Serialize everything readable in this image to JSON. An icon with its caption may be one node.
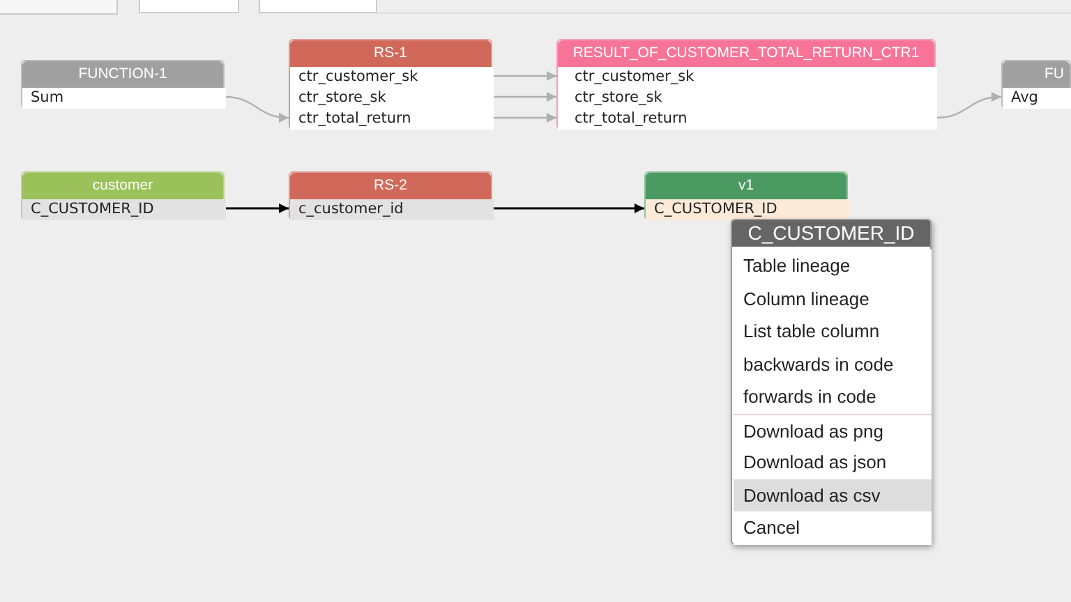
{
  "diagram": {
    "nodes": [
      {
        "text": [
          "FUNCTION-1"
        ]
      },
      {
        "text": [
          "Sum"
        ],
        "in": 0
      },
      {
        "text": [
          "RS-1"
        ]
      },
      {
        "text": [
          "ctr_customer_sk"
        ],
        "in": 2
      },
      {
        "text": [
          "ctr_store_sk"
        ],
        "in": 2
      },
      {
        "text": [
          "ctr_total_return"
        ],
        "in": 2
      },
      {
        "text": [
          "RESULT_OF_CUSTOMER_TOTAL_RETURN_CTR1"
        ]
      },
      {
        "text": [
          "ctr_customer_sk"
        ],
        "in": 6
      },
      {
        "text": [
          "ctr_store_sk"
        ],
        "in": 6
      },
      {
        "text": [
          "ctr_total_return"
        ],
        "in": 6
      },
      {
        "text": [
          "FU"
        ]
      },
      {
        "text": [
          "Avg"
        ],
        "in": 10
      },
      {
        "text": [
          "customer"
        ]
      },
      {
        "text": [
          "C_CUSTOMER_ID"
        ],
        "in": 12
      },
      {
        "text": [
          "RS-2"
        ]
      },
      {
        "text": [
          "c_customer_id"
        ],
        "in": 14
      },
      {
        "text": [
          "v1"
        ]
      },
      {
        "text": [
          "C_CUSTOMER_ID"
        ],
        "in": 16
      },
      {
        "text": [
          "C_CUSTOMER_ID"
        ]
      },
      {
        "text": [
          "Table lineage"
        ],
        "in": 18
      },
      {
        "text": [
          "Column lineage"
        ],
        "in": 18
      },
      {
        "text": [
          "List table column"
        ],
        "in": 18
      },
      {
        "text": [
          "backwards in code"
        ],
        "in": 18
      },
      {
        "text": [
          "forwards in code"
        ],
        "in": 18
      },
      {
        "text": [
          "Download as png"
        ],
        "in": 18
      },
      {
        "text": [
          "Download as json"
        ],
        "in": 18
      },
      {
        "text": [
          "Download as csv"
        ],
        "in": 18
      },
      {
        "text": [
          "Cancel"
        ],
        "in": 18
      }
    ],
    "edges": [
      {
        "from": 1,
        "to": 5,
        "arrow": "to"
      },
      {
        "from": 3,
        "to": 7,
        "arrow": "to"
      },
      {
        "from": 4,
        "to": 8,
        "arrow": "to"
      },
      {
        "from": 5,
        "to": 9,
        "arrow": "to"
      },
      {
        "from": 9,
        "to": 11,
        "arrow": "to"
      },
      {
        "from": 13,
        "to": 15,
        "arrow": "to",
        "color": "#000000"
      },
      {
        "from": 15,
        "to": 17,
        "arrow": "to",
        "color": "#000000"
      }
    ]
  }
}
